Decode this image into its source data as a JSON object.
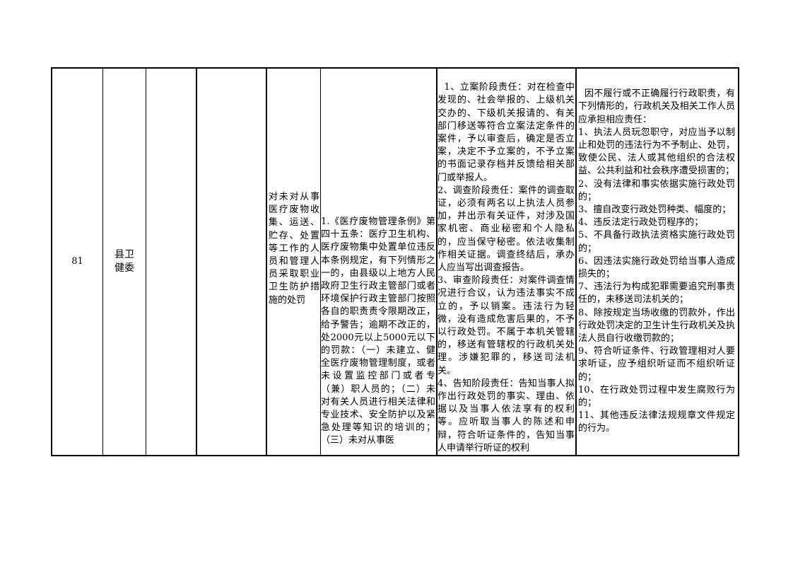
{
  "row": {
    "number": "81",
    "department": "县卫健委",
    "item_name": "对未对从事医疗废物收集、运送、贮存、处置等工作的人员和管理人员采取职业卫生防护措施的处罚",
    "legal_basis": "1.《医疗废物管理条例》第四十五条：医疗卫生机构、医疗废物集中处置单位违反本条例规定，有下列情形之一的，由县级以上地方人民政府卫生行政主管部门或者环境保护行政主管部门按照各自的职责责令限期改正，给予警告；逾期不改正的，处2000元以上5000元以下的罚款：（一）未建立、健全医疗废物管理制度，或者未设置监控部门或者专（兼）职人员的；（二）未对有关人员进行相关法律和专业技术、安全防护以及紧急处理等知识的培训的；（三）未对从事医",
    "responsibilities": "1、立案阶段责任：对在检查中发现的、社会举报的、上级机关交办的、下级机关报请的、有关部门移送等符合立案法定条件的案件，予以审查后，确定是否立案，决定不予立案的，不予立案的书面记录存档并反馈给相关部门或举报人。\n2、调查阶段责任：案件的调查取证，必须有两名以上执法人员参加，并出示有关证件，对涉及国家机密、商业秘密和个人隐私的，应当保守秘密。依法收集制作相关证据。调查终结后，承办人应当写出调查报告。\n3、审查阶段责任：对案件调查情况进行合议，认为违法事实不成立的，予以销案。违法行为轻微，没有造成危害后果的，不予以行政处罚。不属于本机关管辖的，移送有管辖权的行政机关处理。涉嫌犯罪的，移送司法机关。\n4、告知阶段责任：告知当事人拟作出行政处罚的事实、理由、依据以及当事人依法享有的权利等。应听取当事人的陈述和申辩，符合听证条件的，告知当事人申请举行听证的权利",
    "accountability": "因不履行或不正确履行行政职责，有下列情形的，行政机关及相关工作人员应承担相应责任：\n1、执法人员玩忽职守，对应当予以制止和处罚的违法行为不予制止、处罚，致使公民、法人或其他组织的合法权益、公共利益和社会秩序遭受损害的；\n2、没有法律和事实依据实施行政处罚的；\n3、擅自改变行政处罚种类、幅度的；\n4、违反法定行政处罚程序的；\n5、不具备行政执法资格实施行政处罚的；\n6、因违法实施行政处罚给当事人造成损失的；\n7、违法行为构成犯罪需要追究刑事责任的，未移送司法机关的；\n8、除按规定当场收缴的罚款外，作出行政处罚决定的卫生计生行政机关及执法人员自行收缴罚款的；\n9、符合听证条件、行政管理相对人要求听证，应予组织听证而不组织听证的；\n10、在行政处罚过程中发生腐败行为的；\n11、其他违反法律法规规章文件规定的行为。"
  }
}
